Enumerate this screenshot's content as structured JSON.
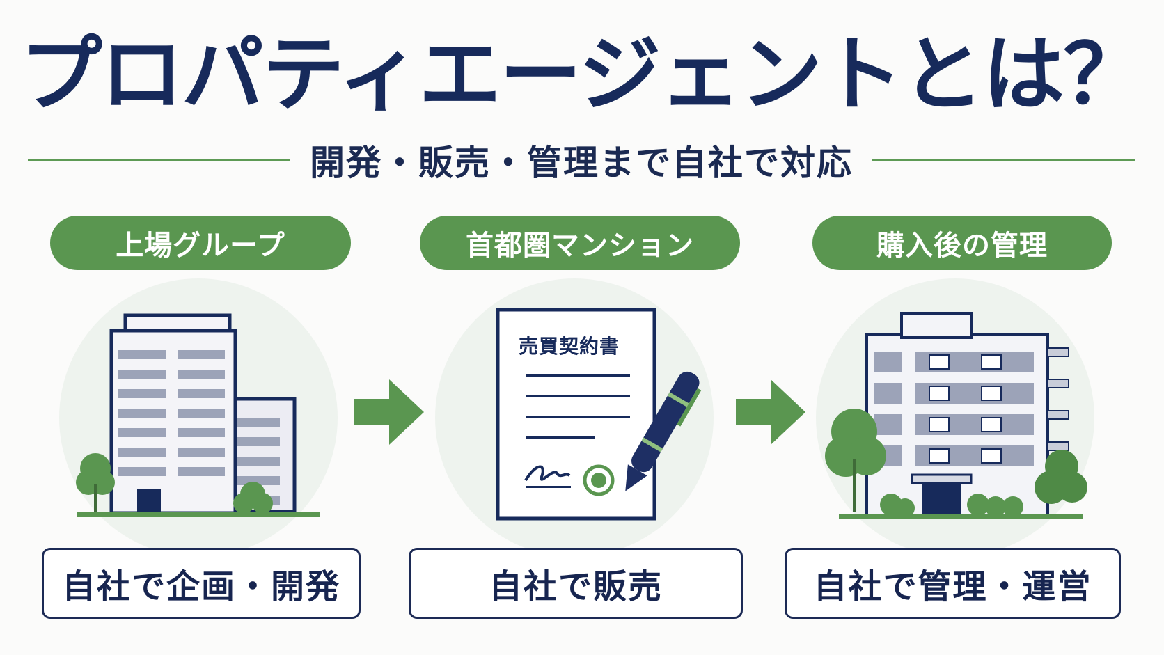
{
  "title": "プロパティエージェントとは？",
  "subtitle": "開発・販売・管理まで自社で対応",
  "steps": [
    {
      "label": "上場グループ",
      "caption": "自社で企画・開発",
      "icon": "office-buildings-icon"
    },
    {
      "label": "首都圏マンション",
      "caption": "自社で販売",
      "icon": "sales-contract-icon",
      "document_title": "売買契約書"
    },
    {
      "label": "購入後の管理",
      "caption": "自社で管理・運営",
      "icon": "apartment-building-icon"
    }
  ],
  "colors": {
    "navy": "#172a5b",
    "green": "#5a9650",
    "light_green": "#eef3ee"
  }
}
